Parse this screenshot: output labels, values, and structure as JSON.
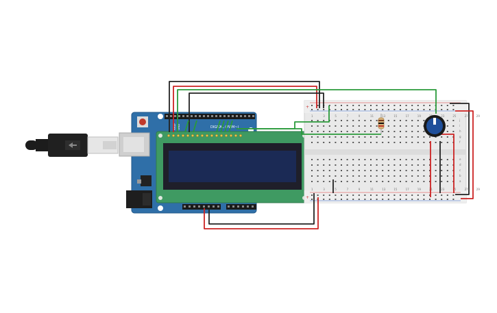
{
  "colors": {
    "background": "#ffffff",
    "arduino_board": "#2f6fa8",
    "lcd_pcb": "#3f9a62",
    "lcd_screen": "#1b2a55",
    "breadboard": "#e9e9e9",
    "wire_red": "#cc2222",
    "wire_black": "#222222",
    "wire_green": "#2a9a3a",
    "potentiometer": "#1f4f9a"
  },
  "components": {
    "usb_cable": "usb-cable-icon",
    "arduino": "arduino-uno-board",
    "lcd": "lcd-16x2-display",
    "breadboard": "breadboard",
    "resistor": "resistor-icon",
    "potentiometer": "potentiometer-icon"
  },
  "labels": {
    "digital_pwm": "DIGITAL (PWM~)",
    "aref": "AREF",
    "gnd": "GND"
  },
  "breadboard": {
    "rail_plus": "+",
    "rail_minus": "-",
    "col_numbers": [
      "1",
      "3",
      "5",
      "7",
      "9",
      "11",
      "13",
      "15",
      "17",
      "19",
      "21",
      "23",
      "25",
      "27",
      "29"
    ],
    "row_letters_top": [
      "j",
      "i",
      "h",
      "g",
      "f"
    ],
    "row_letters_bottom": [
      "e",
      "d",
      "c",
      "b",
      "a"
    ]
  }
}
